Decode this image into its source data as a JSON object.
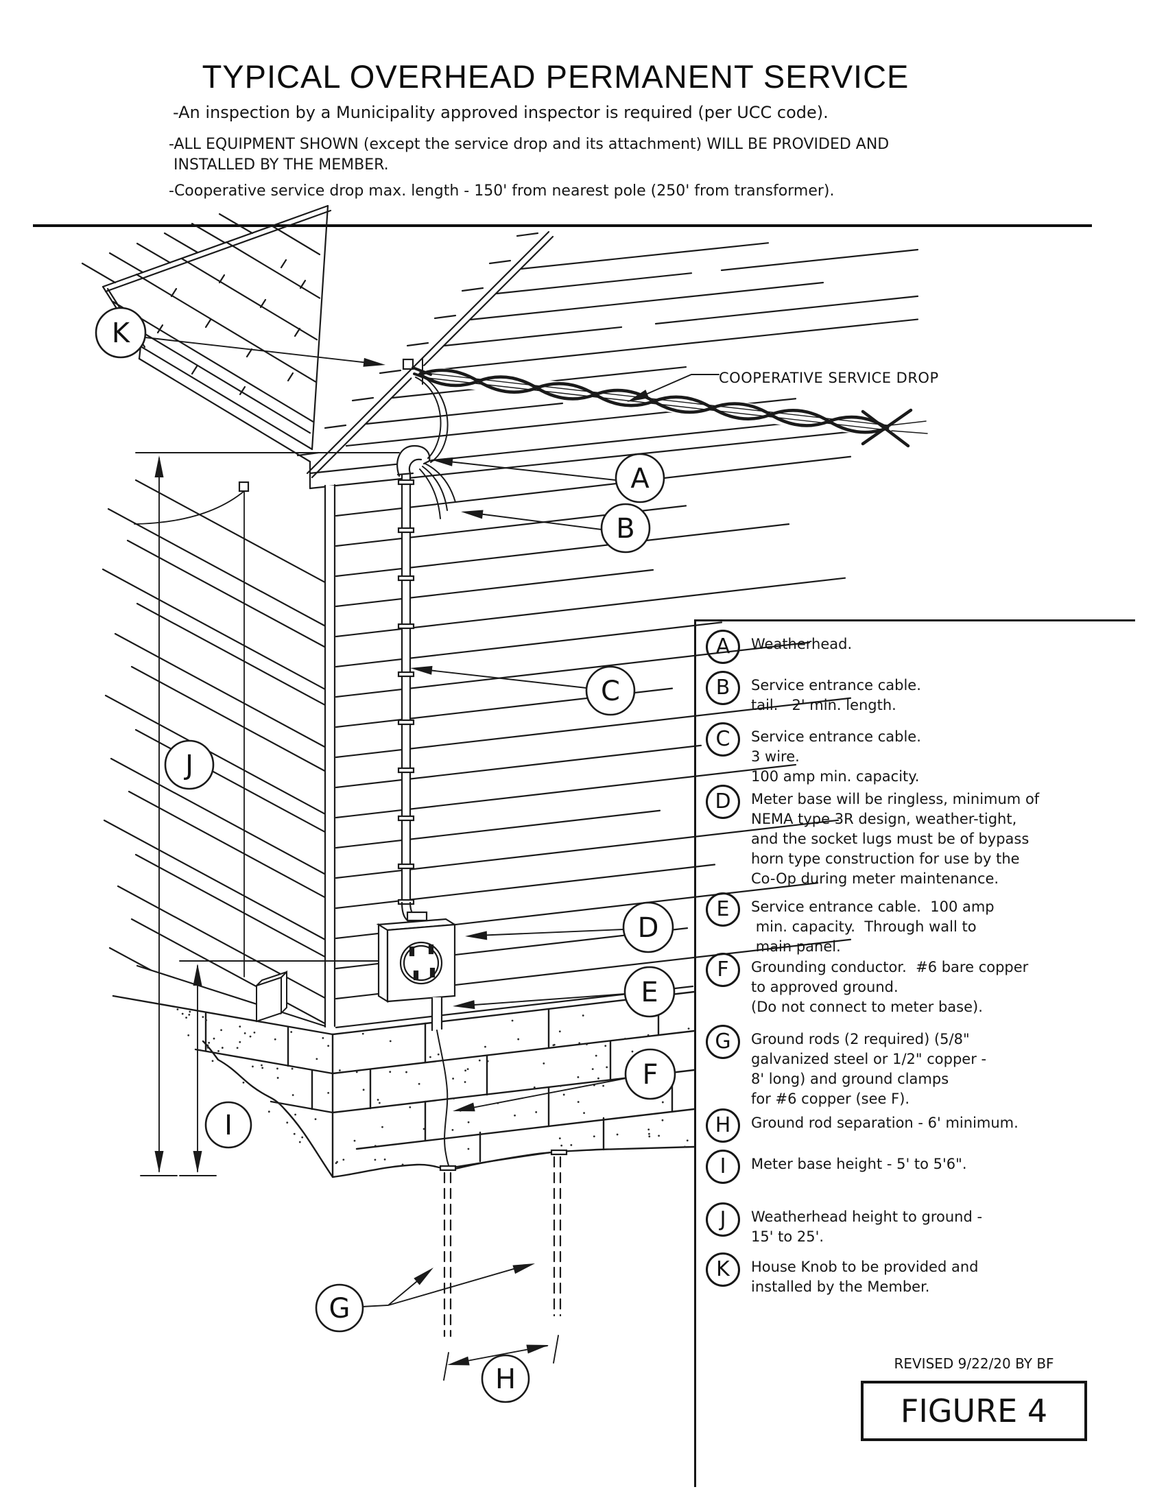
{
  "header": {
    "title": "TYPICAL OVERHEAD PERMANENT SERVICE",
    "notes": [
      "-An inspection by a Municipality approved inspector is required (per UCC code).",
      "-ALL EQUIPMENT SHOWN (except the service drop and its attachment) WILL BE PROVIDED AND\n INSTALLED BY THE MEMBER.",
      "-Cooperative service drop max. length - 150' from nearest pole (250' from transformer)."
    ]
  },
  "diagram": {
    "service_drop_label": "COOPERATIVE SERVICE DROP",
    "callouts": [
      {
        "letter": "A"
      },
      {
        "letter": "B"
      },
      {
        "letter": "C"
      },
      {
        "letter": "D"
      },
      {
        "letter": "E"
      },
      {
        "letter": "F"
      },
      {
        "letter": "G"
      },
      {
        "letter": "H"
      },
      {
        "letter": "I"
      },
      {
        "letter": "J"
      },
      {
        "letter": "K"
      }
    ]
  },
  "legend": {
    "items": [
      {
        "letter": "A",
        "text": "Weatherhead."
      },
      {
        "letter": "B",
        "text": "Service entrance cable.\ntail.   2' min. length."
      },
      {
        "letter": "C",
        "text": "Service entrance cable.\n3 wire.\n100 amp min. capacity."
      },
      {
        "letter": "D",
        "text": "Meter base will be ringless, minimum of\nNEMA type 3R design, weather-tight,\nand the socket lugs must be of bypass\nhorn type construction for use by the\nCo-Op during meter maintenance."
      },
      {
        "letter": "E",
        "text": "Service entrance cable.  100 amp\n min. capacity.  Through wall to\n main panel."
      },
      {
        "letter": "F",
        "text": "Grounding conductor.  #6 bare copper\nto approved ground.\n(Do not connect to meter base)."
      },
      {
        "letter": "G",
        "text": "Ground rods (2 required) (5/8\"\ngalvanized steel or 1/2\" copper -\n8' long) and ground clamps\nfor #6 copper (see F)."
      },
      {
        "letter": "H",
        "text": "Ground rod separation - 6' minimum."
      },
      {
        "letter": "I",
        "text": "Meter base height - 5' to 5'6\"."
      },
      {
        "letter": "J",
        "text": "Weatherhead height to ground -\n15' to 25'."
      },
      {
        "letter": "K",
        "text": "House Knob to be provided and\ninstalled by the Member."
      }
    ]
  },
  "footer": {
    "revised": "REVISED 9/22/20 BY BF",
    "figure": "FIGURE 4"
  }
}
